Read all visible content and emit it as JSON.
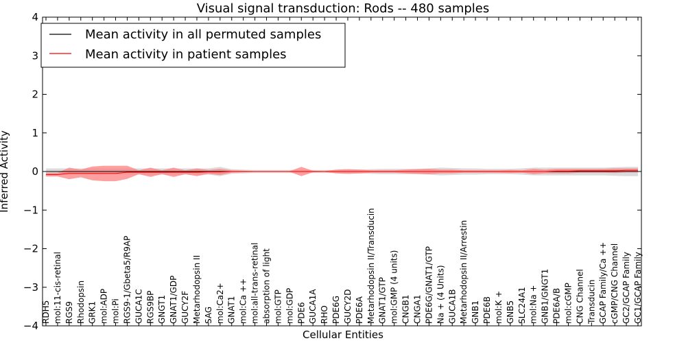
{
  "chart_data": {
    "type": "line",
    "title": "Visual signal transduction: Rods -- 480 samples",
    "xlabel": "Cellular Entities",
    "ylabel": "Inferred Activity",
    "ylim": [
      -4,
      4
    ],
    "yticks": [
      -4,
      -3,
      -2,
      -1,
      0,
      1,
      2,
      3,
      4
    ],
    "grid": false,
    "legend_position": "top-left",
    "categories": [
      "RDH5",
      "mol:11-cis-retinal",
      "RGS9",
      "Rhodopsin",
      "GRK1",
      "mol:ADP",
      "mol:Pi",
      "RGS9-1/Gbeta5/R9AP",
      "GUCA1C",
      "RGS9BP",
      "GNGT1",
      "GNAT1/GDP",
      "GUCY2F",
      "Metarhodopsin II",
      "SAG",
      "mol:Ca2+",
      "GNAT1",
      "mol:Ca ++",
      "mol:all-trans-retinal",
      "absorption of light",
      "mol:GTP",
      "mol:GDP",
      "PDE6",
      "GUCA1A",
      "RHO",
      "PDE6G",
      "GUCY2D",
      "PDE6A",
      "Metarhodopsin II/Transducin",
      "GNAT1/GTP",
      "mol:GMP (4 units)",
      "CNGB1",
      "CNGA1",
      "PDE6G/GNAT1/GTP",
      "Na + (4 Units)",
      "GUCA1B",
      "Metarhodopsin II/Arrestin",
      "GNB1",
      "PDE6B",
      "mol:K +",
      "GNB5",
      "SLC24A1",
      "mol:Na +",
      "GNB1/GNGT1",
      "PDE6A/B",
      "mol:cGMP",
      "CNG Channel",
      "Transducin",
      "GCAP Family/Ca ++",
      "cGMP/CNG Channel",
      "GC2/GCAP Family",
      "GC1/GCAP Family"
    ],
    "series": [
      {
        "name": "Mean activity in all permuted samples",
        "color": "#000000",
        "values": [
          0,
          0,
          0,
          0,
          0,
          0,
          0,
          0,
          0,
          0,
          0,
          0,
          0,
          0,
          0,
          0,
          0,
          0,
          0,
          0,
          0,
          0,
          0,
          0,
          0,
          0,
          0,
          0,
          0,
          0,
          0,
          0,
          0,
          0,
          0,
          0,
          0,
          0,
          0,
          0,
          0,
          0,
          0,
          0,
          0,
          0,
          0,
          0,
          0,
          0,
          0,
          0
        ],
        "band": [
          0.08,
          0.08,
          0.08,
          0.08,
          0.08,
          0.08,
          0.08,
          0.08,
          0.08,
          0.08,
          0.08,
          0.08,
          0.08,
          0.08,
          0.08,
          0.12,
          0.06,
          0.05,
          0.04,
          0.04,
          0.04,
          0.04,
          0.04,
          0.04,
          0.04,
          0.04,
          0.05,
          0.05,
          0.06,
          0.07,
          0.07,
          0.07,
          0.07,
          0.08,
          0.1,
          0.09,
          0.08,
          0.08,
          0.07,
          0.07,
          0.07,
          0.08,
          0.1,
          0.1,
          0.1,
          0.1,
          0.1,
          0.1,
          0.1,
          0.11,
          0.12,
          0.12
        ]
      },
      {
        "name": "Mean activity in patient samples",
        "color": "#ff0000",
        "values": [
          -0.08,
          -0.08,
          -0.05,
          -0.05,
          -0.05,
          -0.05,
          -0.05,
          -0.02,
          -0.02,
          -0.02,
          -0.02,
          -0.02,
          -0.02,
          -0.02,
          -0.01,
          -0.01,
          0,
          0,
          0,
          0,
          0,
          0,
          0,
          0,
          0,
          0,
          0,
          0,
          0,
          0,
          0,
          0,
          0,
          0,
          0,
          0,
          0,
          0,
          0,
          0,
          0,
          0,
          0,
          0,
          0.01,
          0.01,
          0.02,
          0.02,
          0.02,
          0.02,
          0.03,
          0.03
        ],
        "band": [
          0.05,
          0.05,
          0.15,
          0.1,
          0.18,
          0.2,
          0.2,
          0.17,
          0.05,
          0.12,
          0.05,
          0.12,
          0.05,
          0.1,
          0.05,
          0.08,
          0.03,
          0.02,
          0.01,
          0.01,
          0.01,
          0.01,
          0.12,
          0.02,
          0.01,
          0.05,
          0.06,
          0.05,
          0.03,
          0.03,
          0.03,
          0.05,
          0.06,
          0.07,
          0.05,
          0.05,
          0.03,
          0.03,
          0.03,
          0.03,
          0.04,
          0.03,
          0.07,
          0.05,
          0.06,
          0.06,
          0.05,
          0.05,
          0.05,
          0.06,
          0.05,
          0.05
        ]
      }
    ],
    "band_color": "#ff8080",
    "perm_band_color": "#bdbdbd"
  }
}
